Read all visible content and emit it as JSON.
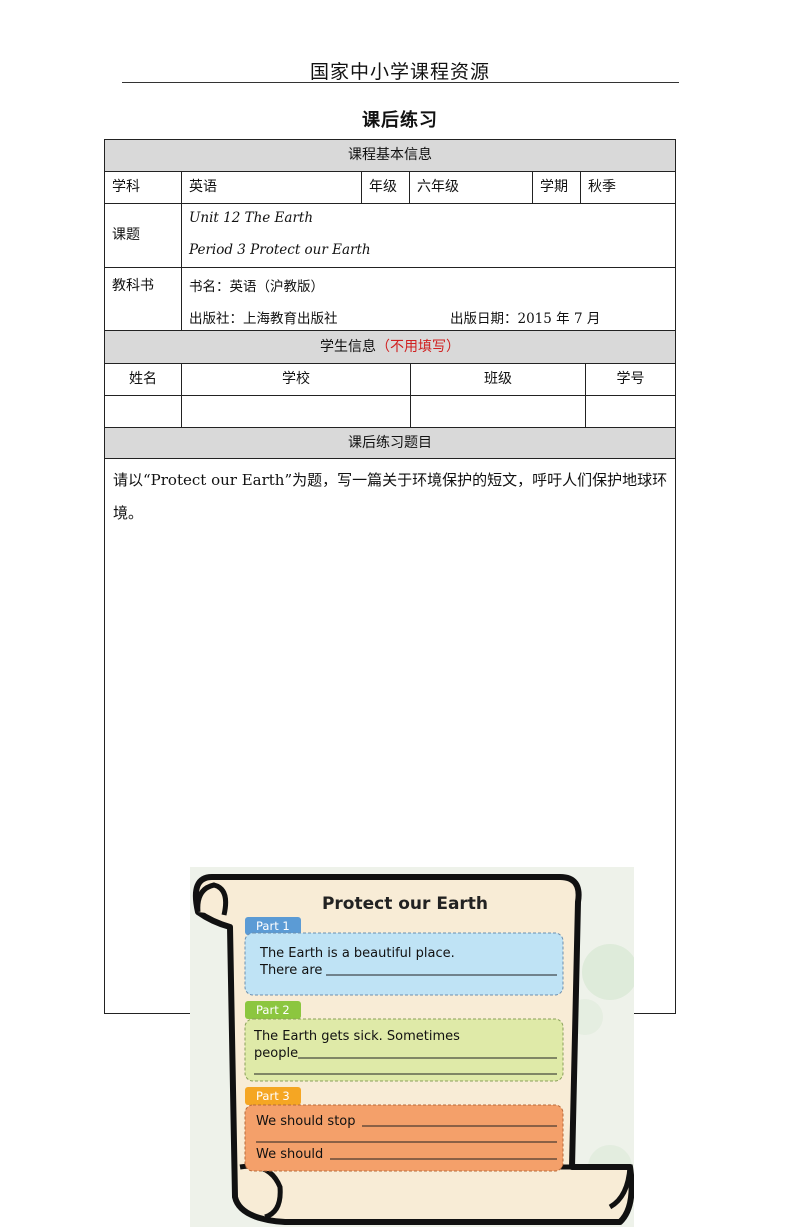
{
  "header": {
    "title": "国家中小学课程资源"
  },
  "doc_title": "课后练习",
  "course_info": {
    "section_title": "课程基本信息",
    "subject_label": "学科",
    "subject_value": "英语",
    "grade_label": "年级",
    "grade_value": "六年级",
    "term_label": "学期",
    "term_value": "秋季",
    "topic_label": "课题",
    "topic_line1": "Unit 12 The Earth",
    "topic_line2": "Period 3 Protect our Earth",
    "textbook_label": "教科书",
    "textbook_name": "书名：英语（沪教版）",
    "publisher": "出版社：上海教育出版社",
    "publish_date": "出版日期：2015 年 7 月"
  },
  "student_info": {
    "section_title": "学生信息",
    "note": "（不用填写）",
    "columns": [
      "姓名",
      "学校",
      "班级",
      "学号"
    ]
  },
  "exercise": {
    "section_title": "课后练习题目",
    "task_text": "请以“Protect our Earth”为题，写一篇关于环境保护的短文，呼吁人们保护地球环境。"
  },
  "illustration": {
    "title": "Protect our Earth",
    "part1_label": "Part 1",
    "part1_line1": "The Earth is a beautiful place.",
    "part1_line2": "There are",
    "part2_label": "Part 2",
    "part2_line1": "The Earth gets sick. Sometimes",
    "part2_line2": "people",
    "part3_label": "Part 3",
    "part3_line1": "We should stop",
    "part3_line2": "We should",
    "colors": {
      "part1": "#5b9bd5",
      "part2": "#8cc63f",
      "part3": "#f5a623",
      "box1": "#bfe3f5",
      "box2": "#dfeaa8",
      "box3": "#f4a06a"
    }
  }
}
